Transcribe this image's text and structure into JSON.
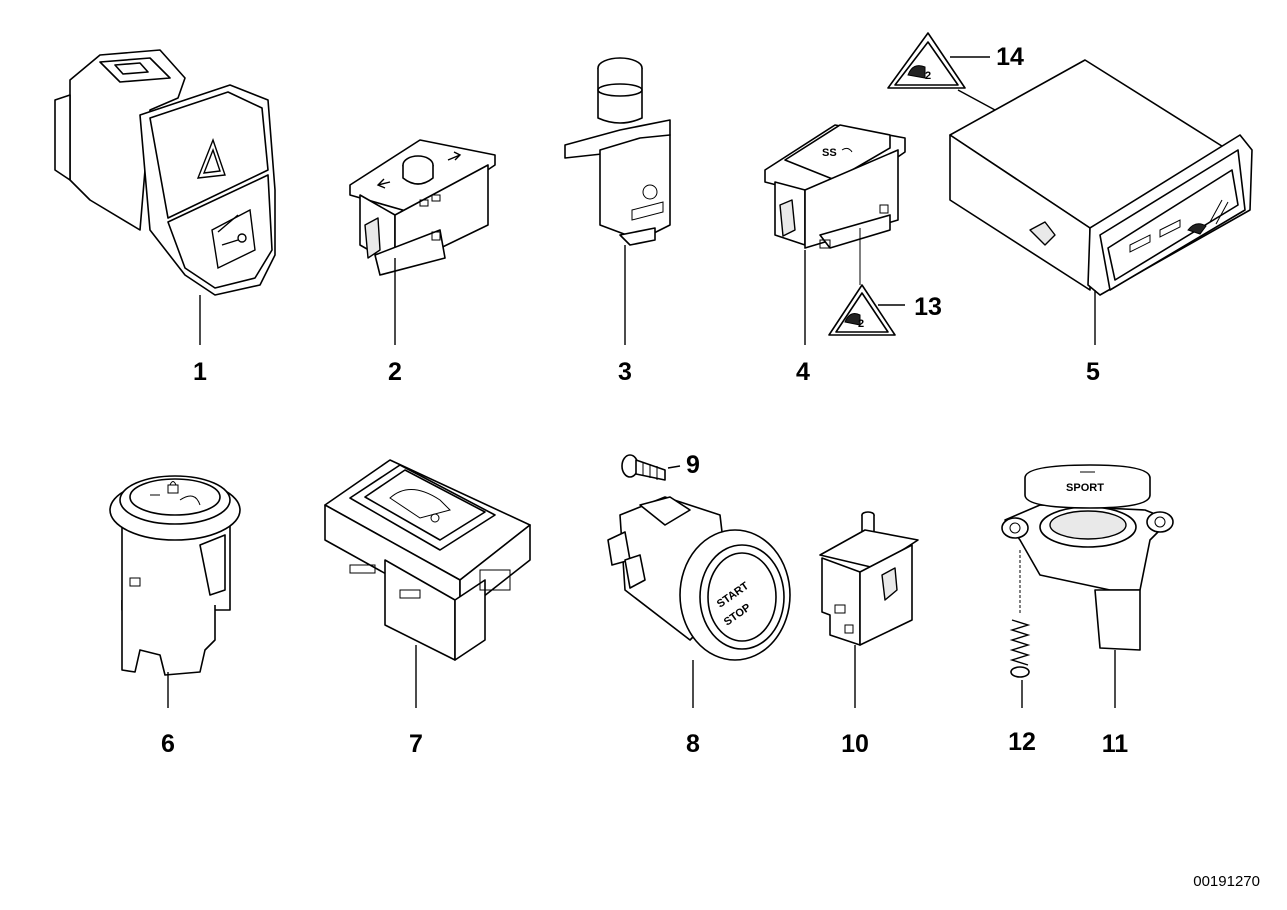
{
  "diagram": {
    "background": "#ffffff",
    "line_color": "#000000",
    "document_number": "00191270",
    "part_labels": {
      "p1": "1",
      "p2": "2",
      "p3": "3",
      "p4": "4",
      "p5": "5",
      "p6": "6",
      "p7": "7",
      "p8": "8",
      "p9": "9",
      "p10": "10",
      "p11": "11",
      "p12": "12",
      "p13": "13",
      "p14": "14"
    },
    "printed_text": {
      "start": "START",
      "stop": "STOP",
      "sport": "SPORT"
    },
    "icons": {
      "p1": [
        "hazard-triangle-icon",
        "trunk-lock-icon"
      ],
      "p2": [
        "window-arrows-icon"
      ],
      "p4": [
        "seat-icon"
      ],
      "p5": [
        "seat-heating-icon"
      ],
      "p6": [
        "trunk-lock-icon"
      ],
      "p7": [
        "trunk-open-icon"
      ],
      "p13": [
        "seat-warning-triangle-icon"
      ],
      "p14": [
        "seat-warning-triangle-icon"
      ]
    }
  }
}
